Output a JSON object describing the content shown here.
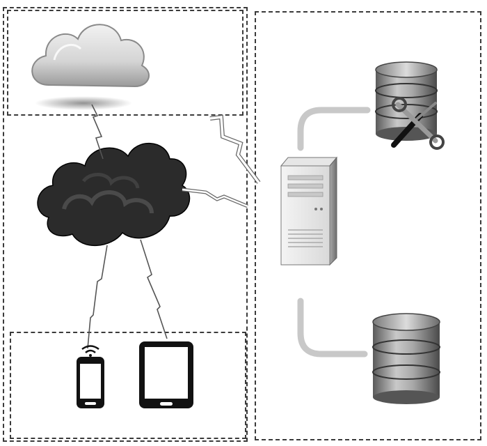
{
  "diagram": {
    "nodes": [
      {
        "id": "cloud",
        "icon": "cloud-icon"
      },
      {
        "id": "storm",
        "icon": "storm-cloud-icon"
      },
      {
        "id": "server",
        "icon": "server-tower-icon"
      },
      {
        "id": "db-maintenance",
        "icon": "database-tools-icon"
      },
      {
        "id": "db-storage",
        "icon": "database-icon"
      },
      {
        "id": "phone",
        "icon": "smartphone-icon"
      },
      {
        "id": "tablet",
        "icon": "tablet-icon"
      }
    ],
    "edges": [
      {
        "from": "storm",
        "to": "cloud",
        "style": "lightning"
      },
      {
        "from": "cloud",
        "to": "server",
        "style": "lightning"
      },
      {
        "from": "storm",
        "to": "server",
        "style": "lightning"
      },
      {
        "from": "storm",
        "to": "phone",
        "style": "lightning"
      },
      {
        "from": "storm",
        "to": "tablet",
        "style": "lightning"
      },
      {
        "from": "server",
        "to": "db-maintenance",
        "style": "pipe"
      },
      {
        "from": "server",
        "to": "db-storage",
        "style": "pipe"
      }
    ],
    "colors": {
      "border": "#3a3a3a",
      "pipe": "#c8c8c8",
      "device": "#111111",
      "storm": "#2b2b2b"
    }
  }
}
